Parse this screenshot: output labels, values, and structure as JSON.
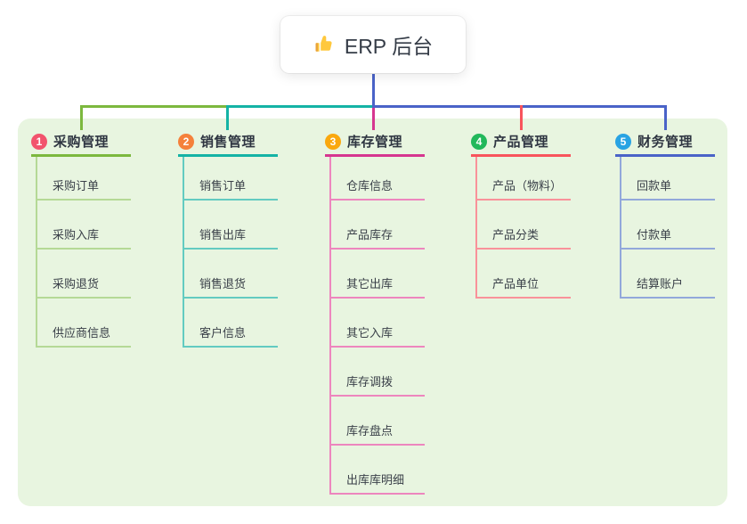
{
  "root": {
    "label": "ERP 后台",
    "icon": "thumbs-up",
    "icon_color": "#FFC83D",
    "line_color": "#4A63C8"
  },
  "panel_bg": "#E8F5E0",
  "branches": [
    {
      "num": "1",
      "label": "采购管理",
      "badge_color": "#F2536D",
      "line_color": "#7CB83E",
      "sub_line_color": "#B5D996",
      "children": [
        "采购订单",
        "采购入库",
        "采购退货",
        "供应商信息"
      ]
    },
    {
      "num": "2",
      "label": "销售管理",
      "badge_color": "#F5813B",
      "line_color": "#14B3A5",
      "sub_line_color": "#63CBC1",
      "children": [
        "销售订单",
        "销售出库",
        "销售退货",
        "客户信息"
      ]
    },
    {
      "num": "3",
      "label": "库存管理",
      "badge_color": "#FAA80E",
      "line_color": "#D63690",
      "sub_line_color": "#ED86BE",
      "children": [
        "仓库信息",
        "产品库存",
        "其它出库",
        "其它入库",
        "库存调拨",
        "库存盘点",
        "出库库明细"
      ]
    },
    {
      "num": "4",
      "label": "产品管理",
      "badge_color": "#22B85B",
      "line_color": "#F8545C",
      "sub_line_color": "#F9929A",
      "children": [
        "产品（物料）",
        "产品分类",
        "产品单位"
      ]
    },
    {
      "num": "5",
      "label": "财务管理",
      "badge_color": "#28A3E3",
      "line_color": "#4A63C8",
      "sub_line_color": "#92A8DB",
      "children": [
        "回款单",
        "付款单",
        "结算账户"
      ]
    }
  ]
}
